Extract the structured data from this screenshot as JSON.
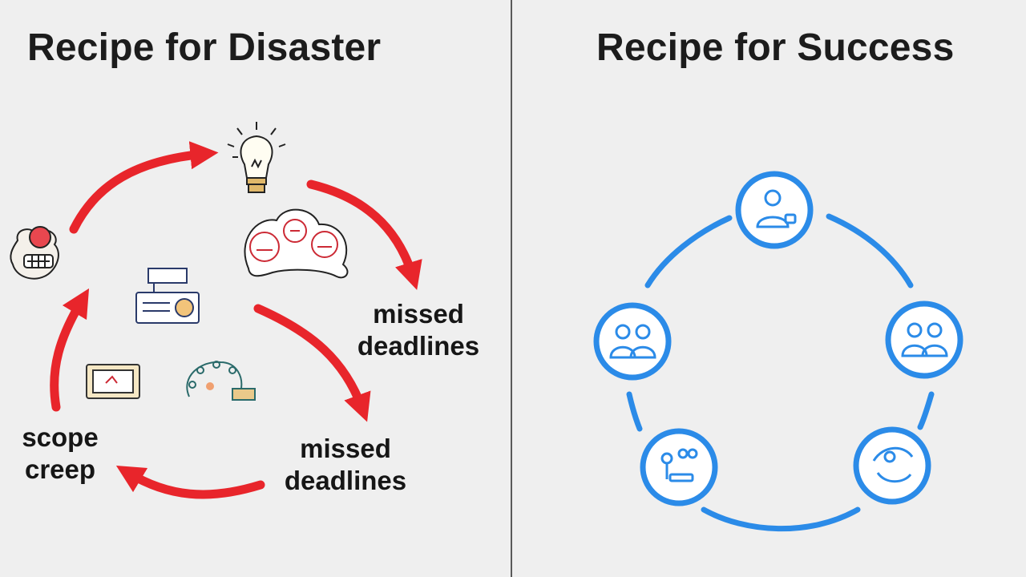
{
  "left": {
    "title": "Recipe for Disaster",
    "labels": {
      "missed_deadlines_top": [
        "missed",
        "deadlines"
      ],
      "missed_deadlines_bottom": [
        "missed",
        "deadlines"
      ],
      "scope_creep": [
        "scope",
        "creep"
      ]
    },
    "arrow_color": "#e8252b",
    "icons": [
      "lightbulb-icon",
      "brain-icon",
      "angry-face-icon",
      "printer-icon",
      "tablet-icon",
      "chain-icon"
    ]
  },
  "right": {
    "title": "Recipe for Success",
    "ring_color": "#2b8be8",
    "icons": [
      "person-icon",
      "team-icon",
      "team-icon",
      "tools-icon",
      "eye-icon"
    ]
  }
}
